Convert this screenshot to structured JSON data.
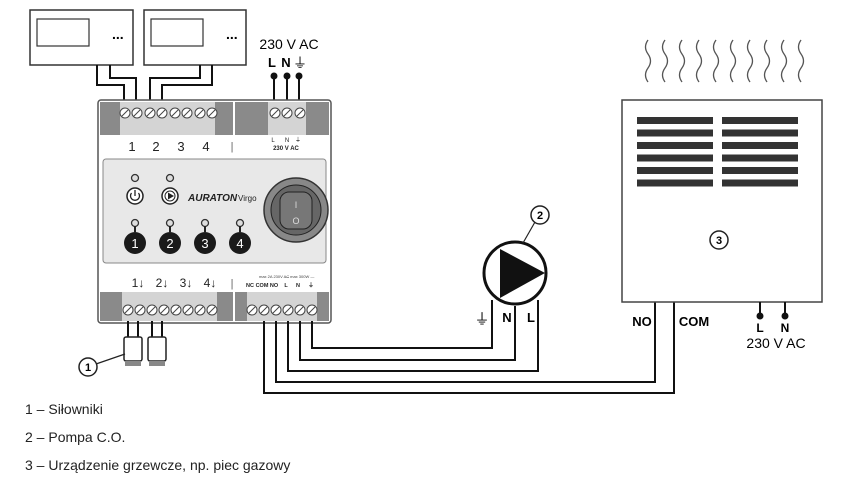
{
  "thermostats": [
    {
      "dots": "..."
    },
    {
      "dots": "..."
    }
  ],
  "mains_top": {
    "voltage": "230 V AC",
    "L": "L",
    "N": "N",
    "earth": "⏚"
  },
  "controller": {
    "brand": "AURATON",
    "model": "Virgo",
    "top_zone_labels": [
      "1",
      "2",
      "3",
      "4"
    ],
    "top_separator": "|",
    "top_power_labels": {
      "L": "L",
      "N": "N",
      "earth": "⏚",
      "voltage": "230 V AC"
    },
    "zone_buttons": [
      "1",
      "2",
      "3",
      "4"
    ],
    "switch_on": "I",
    "switch_off": "O",
    "bottom_zone_labels": [
      "1↓",
      "2↓",
      "3↓",
      "4↓"
    ],
    "bottom_separator": "|",
    "relay_rating": "max 2A 230V AC",
    "pump_rating": "— max 300W —",
    "bottom_terminal_labels": [
      "NC",
      "COM",
      "NO",
      "L",
      "N",
      "⏚"
    ]
  },
  "pump": {
    "callout": "2",
    "earth": "⏚",
    "N": "N",
    "L": "L"
  },
  "actuators": {
    "callout": "1"
  },
  "boiler": {
    "callout": "3",
    "NO": "NO",
    "COM": "COM",
    "L": "L",
    "N": "N",
    "voltage": "230 V AC"
  },
  "legend": [
    "1 – Siłowniki",
    "2 – Pompa C.O.",
    "3 – Urządzenie grzewcze, np. piec gazowy"
  ]
}
